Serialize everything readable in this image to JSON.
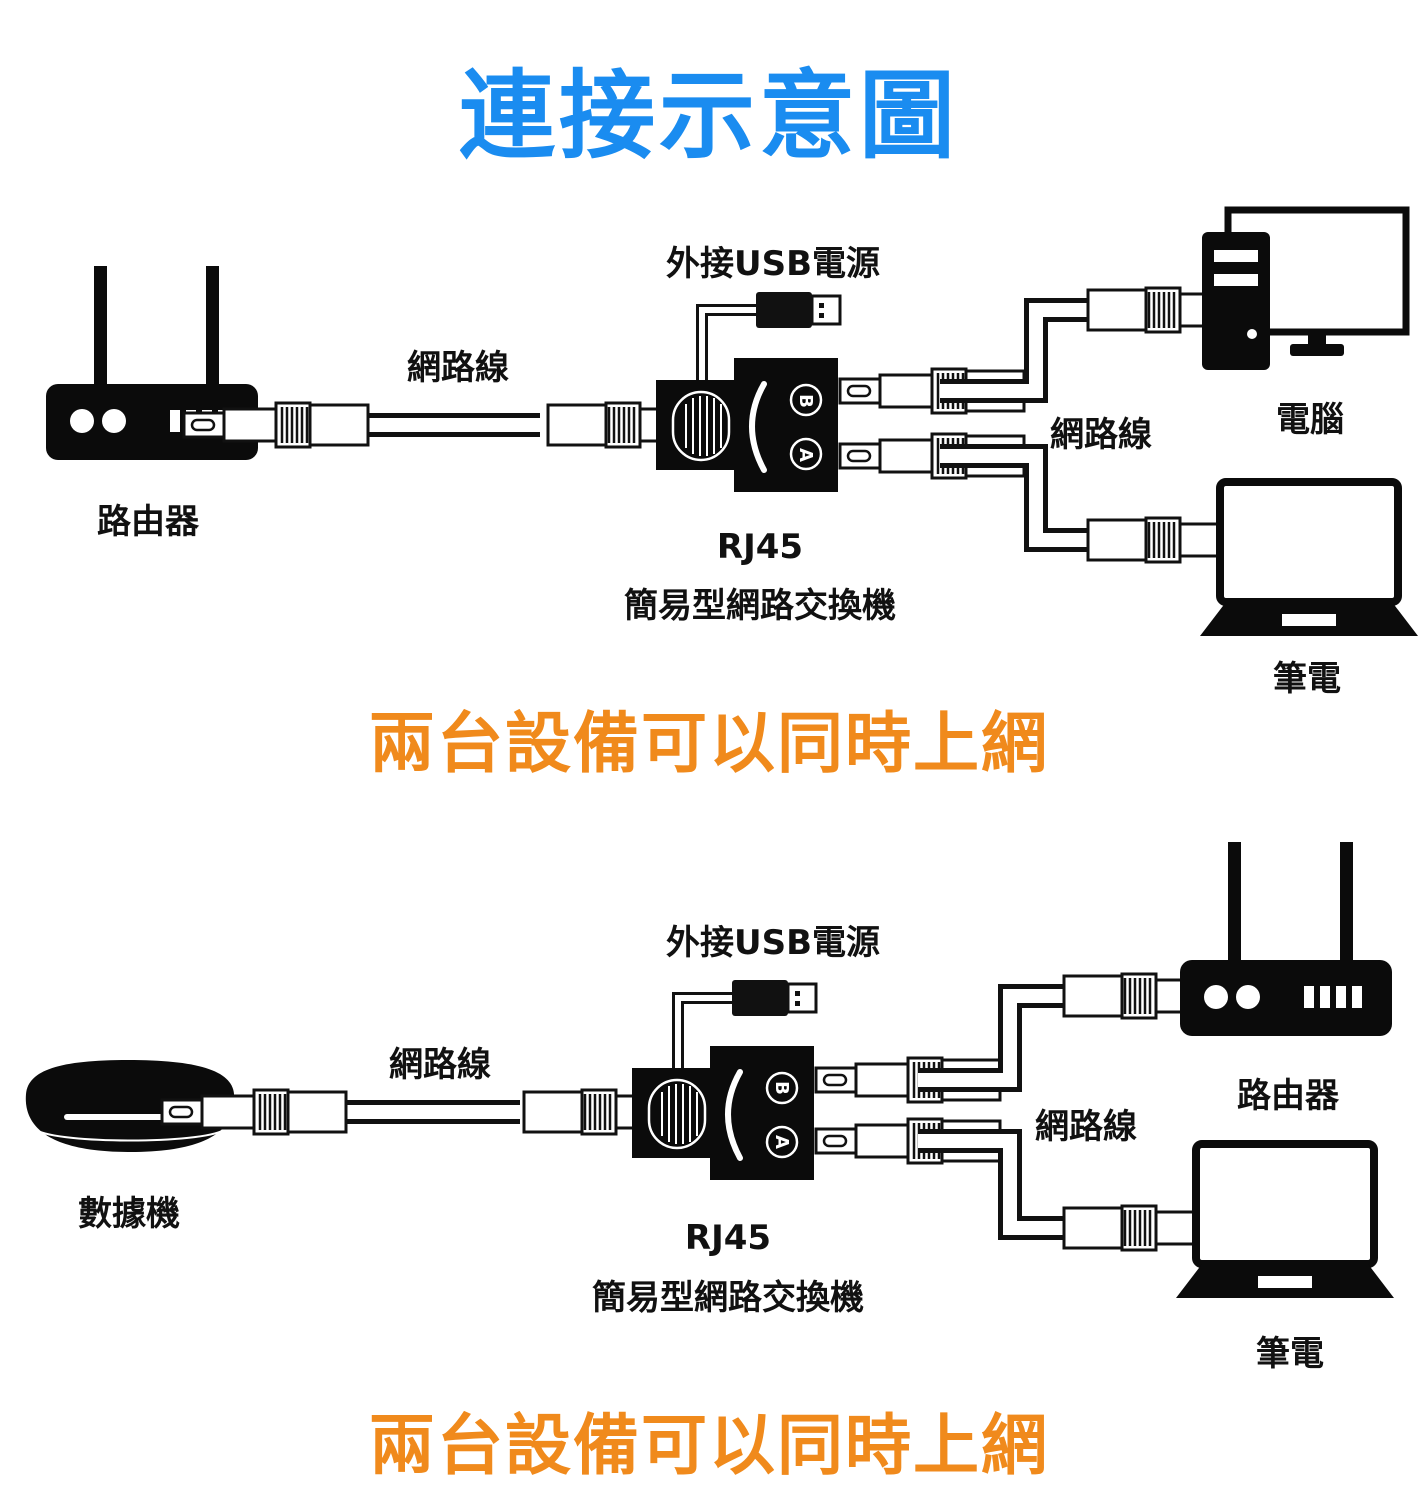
{
  "title": "連接示意圖",
  "slogan": "兩台設備可以同時上網",
  "colors": {
    "title": "#1a8cf0",
    "slogan": "#f08a1c",
    "device": "#111111"
  },
  "diagram1": {
    "usb_power": "外接USB電源",
    "cable_left": "網路線",
    "cable_right": "網路線",
    "switch_model": "RJ45",
    "switch_name": "簡易型網路交換機",
    "source": "路由器",
    "target_top": "電腦",
    "target_bottom": "筆電",
    "port_b": "B",
    "port_a": "A"
  },
  "diagram2": {
    "usb_power": "外接USB電源",
    "cable_left": "網路線",
    "cable_right": "網路線",
    "switch_model": "RJ45",
    "switch_name": "簡易型網路交換機",
    "source": "數據機",
    "target_top": "路由器",
    "target_bottom": "筆電",
    "port_b": "B",
    "port_a": "A"
  }
}
